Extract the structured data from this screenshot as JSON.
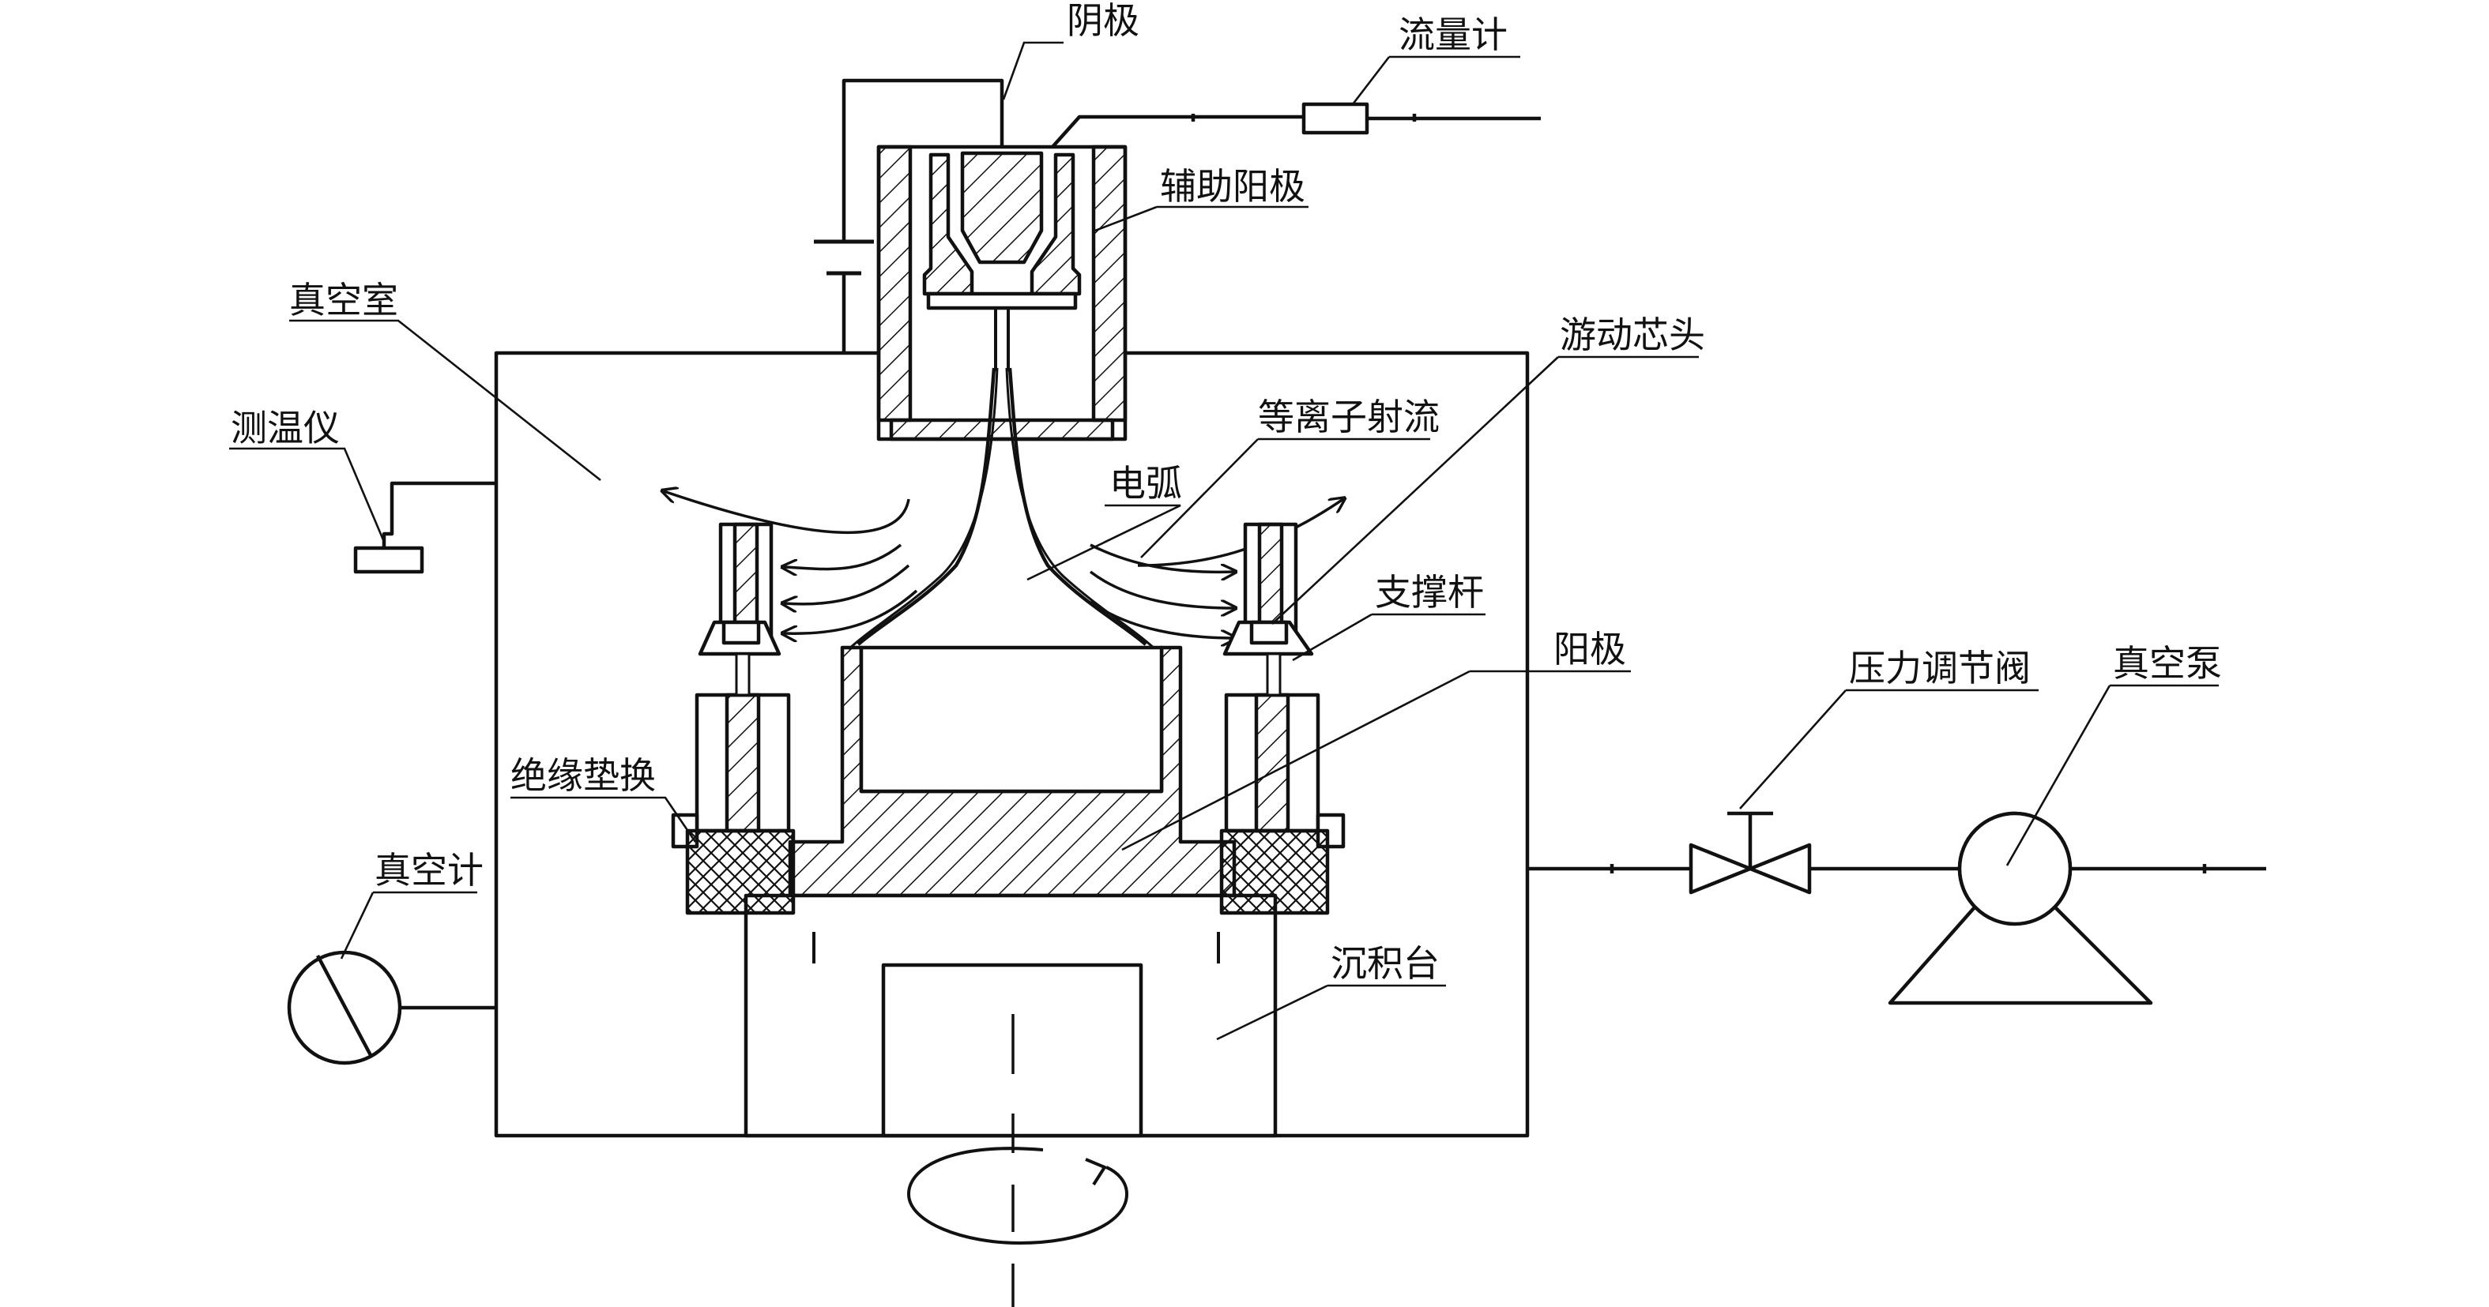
{
  "labels": {
    "cathode": "阴极",
    "flowmeter": "流量计",
    "aux_anode": "辅助阳极",
    "vacuum_chamber": "真空室",
    "floating_core": "游动芯头",
    "thermometer": "测温仪",
    "plasma_jet": "等离子射流",
    "arc": "电弧",
    "support_rod": "支撑杆",
    "anode": "阳极",
    "pressure_valve": "压力调节阀",
    "vacuum_pump": "真空泵",
    "insulating_gasket": "绝缘垫换",
    "vacuum_gauge": "真空计",
    "deposition_stage": "沉积台"
  },
  "colors": {
    "stroke": "#111111",
    "background": "#ffffff"
  }
}
